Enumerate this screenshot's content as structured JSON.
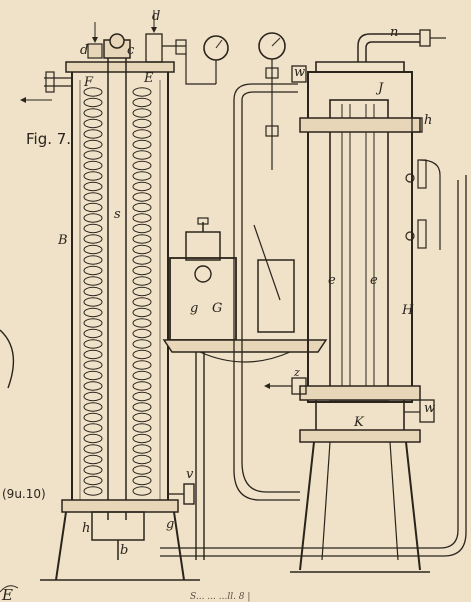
{
  "figure": {
    "label": "Fig. 7.",
    "side_reference": "(9u.10)",
    "corner_letter": "E",
    "bottom_caption": "S...  ...  ...ll. 8 |"
  },
  "labels": {
    "d_left": "d",
    "c": "c",
    "d_right": "d",
    "F": "F",
    "E": "E",
    "s": "s",
    "B": "B",
    "h_left": "h",
    "b": "b",
    "g_base": "g",
    "g_vessel": "g",
    "G": "G",
    "v": "v",
    "n": "n",
    "w_top": "w",
    "J": "J",
    "h_right": "h",
    "e_left": "e",
    "e_right": "e",
    "H": "H",
    "z": "z",
    "K": "K",
    "w_bottom": "w"
  },
  "colors": {
    "paper": "#efe2c8",
    "ink": "#2a241c"
  }
}
